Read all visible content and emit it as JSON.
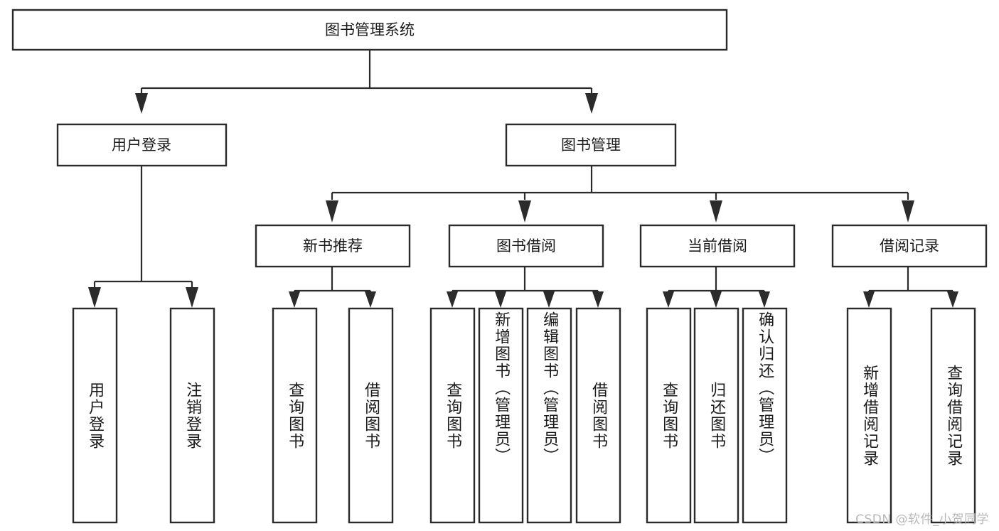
{
  "diagram": {
    "kind": "tree-hierarchy-chart",
    "title_text": "图书管理系统",
    "line_color": "#2b2b2b",
    "box_fill": "#ffffff",
    "text_color": "#1a1a1a",
    "watermark_color": "#b9b9b9"
  },
  "root": {
    "label": "图书管理系统"
  },
  "level2": [
    {
      "label": "用户登录"
    },
    {
      "label": "图书管理"
    }
  ],
  "level3": [
    {
      "label": "新书推荐"
    },
    {
      "label": "图书借阅"
    },
    {
      "label": "当前借阅"
    },
    {
      "label": "借阅记录"
    }
  ],
  "leaves": {
    "user_login": [
      {
        "label": "用户登录"
      },
      {
        "label": "注销登录"
      }
    ],
    "new_book_recommend": [
      {
        "label": "查询图书"
      },
      {
        "label": "借阅图书"
      }
    ],
    "book_borrow": [
      {
        "label": "查询图书"
      },
      {
        "label": "新增图书（管理员）"
      },
      {
        "label": "编辑图书（管理员）"
      },
      {
        "label": "借阅图书"
      }
    ],
    "current_borrow": [
      {
        "label": "查询图书"
      },
      {
        "label": "归还图书"
      },
      {
        "label": "确认归还（管理员）"
      }
    ],
    "borrow_record": [
      {
        "label": "新增借阅记录"
      },
      {
        "label": "查询借阅记录"
      }
    ]
  },
  "watermark": {
    "text": "CSDN @软件_小贺同学"
  }
}
